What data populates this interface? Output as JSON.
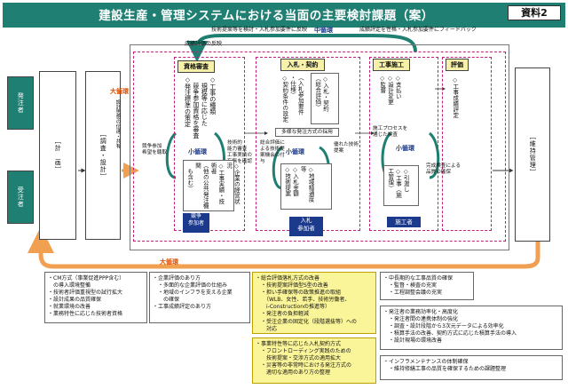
{
  "title": "建設生産・管理システムにおける当面の主要検討課題（案）",
  "badge": "資料2",
  "actors": {
    "orderer": "発注者",
    "contractor": "受注者"
  },
  "phases": {
    "plan": "［計　画］",
    "survey": "［調査・設計］",
    "maintain": "［維持管理］"
  },
  "loops": {
    "big_top": "大循環",
    "big_bottom": "大循環",
    "mid": "中循環",
    "small_left": "小循環",
    "small_mid": "小循環",
    "small_right": "小循環"
  },
  "top_notes": {
    "tech_feedback": "技術提案等を検討・入札参加要件に反映",
    "perf_feedback": "成績評定を性格・入札参加要件にフィードバック",
    "results_reflect": "成績評価の反映",
    "design_to_build": "設計思想の伝達・共有"
  },
  "columns": {
    "qual": {
      "header": "資格審査",
      "items": [
        "◇工事の種類",
        "　規模等に応じた",
        "　競争参加資格を審査",
        "◇発注標準の策定"
      ],
      "box": [
        "◇企業の経営状況",
        "◇工事実績・技術者",
        "（他の公共発注機関",
        "　も含む）"
      ],
      "box_foot": "競争\n参加者",
      "arrow_left": "競争参加\n希望を聴取",
      "arrow_right": "技術的\n能力審査\n工事実績の\n有無を確認"
    },
    "bid": {
      "header": "入札・契約",
      "sub": [
        "◇入札・契約",
        "（総合評価）"
      ],
      "spec": [
        "（入札参加要件",
        "・仕様）"
      ],
      "body": [
        "◇契約条件の設定"
      ],
      "multi": "多様な発注方式の採用",
      "left_note": "総合評価による技術提案機会の付与",
      "right_note": "優れた技術提案",
      "box": [
        "◇地域精通度等",
        "◇入札金額",
        "◇技術提案"
      ],
      "foot": "入札\n参加者"
    },
    "build": {
      "header": "工事施工",
      "items": [
        "◇支払い",
        "◇設計変更",
        "◇監督"
      ],
      "process": "施工プロセスを\n通じた検査",
      "box": [
        "◇引渡し",
        "◇工事（施工管理）"
      ],
      "foot": "施工者"
    },
    "eval": {
      "header": "評価",
      "items": [
        "◇工事成績評定"
      ],
      "note": "完成検査による\n品質の確保"
    }
  },
  "panels": {
    "p1": [
      "・CM方式（事業促進PPP含む）",
      "　の導入環境整備",
      "・技術者評価重視型の試行拡大",
      "・設計成果の品質確保",
      "・就業環境の改善",
      "・業務特性に応じた技術者資格"
    ],
    "p2": [
      "・企業評価のあり方",
      "　・多面的な企業評価の仕組み",
      "　・地域のインフラを支える企業",
      "　　の確保",
      "・工事成績評定のあり方"
    ],
    "p3": [
      "・総合評価落札方式の改善",
      "　・技術提案評価型S型の改善",
      "　・担い手確保等の政策推進の取組",
      "　　（WLB、女性、若手、技術労働者、",
      "　　i-Constructionの推進等）",
      "　・発注者の負担軽減",
      "　・受注企業の固定化（段階選抜等）への",
      "　　対応"
    ],
    "p4": [
      "・事業特性等に応じた入札契約方式",
      "　・フロントローディング実践のための",
      "　　技術提案・交渉方式の適用拡大",
      "　・災害等の非常時における発注方式の",
      "　　適切な適用のあり方の整理"
    ],
    "p5": [
      "・中長期的な工事品質の確保",
      "　・監督・検査の充実",
      "　・工程調整会議の充実"
    ],
    "p6": [
      "・発注者の業務効率化・高度化",
      "　・発注者間の連携体制の強化",
      "　・調査・設計段階から3次元データによる効率化",
      "　・積算手法の改善、契約方式に応じた積算手法の導入",
      "　・設計現場の環境改善"
    ],
    "p7": [
      "・インフラメンテナンスの体制確保",
      "　・維持修繕工事の品質を確保するための課題整理"
    ]
  },
  "colors": {
    "teal": "#1e7f72",
    "red_loop": "#e04f00",
    "blue_loop": "#1b3a8c",
    "pink_dash": "#c0207a",
    "yellow": "#fbf59a"
  }
}
